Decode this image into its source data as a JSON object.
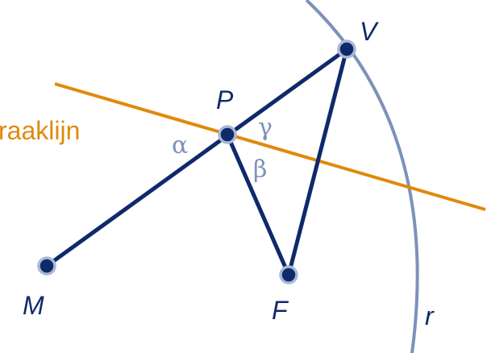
{
  "colors": {
    "segment": "#0f2a6b",
    "point_fill": "#0f2a6b",
    "point_ring": "#a8b8d6",
    "tangent": "#e08a0b",
    "arc": "#7d92ba",
    "greek": "#7d92ba",
    "label": "#0f2a6b"
  },
  "points": {
    "M": {
      "label": "M"
    },
    "P": {
      "label": "P"
    },
    "V": {
      "label": "V"
    },
    "F": {
      "label": "F"
    }
  },
  "angles": {
    "alpha": "α",
    "beta": "β",
    "gamma": "γ"
  },
  "tangent_line": {
    "label": "raaklijn"
  },
  "arc": {
    "label": "r"
  }
}
